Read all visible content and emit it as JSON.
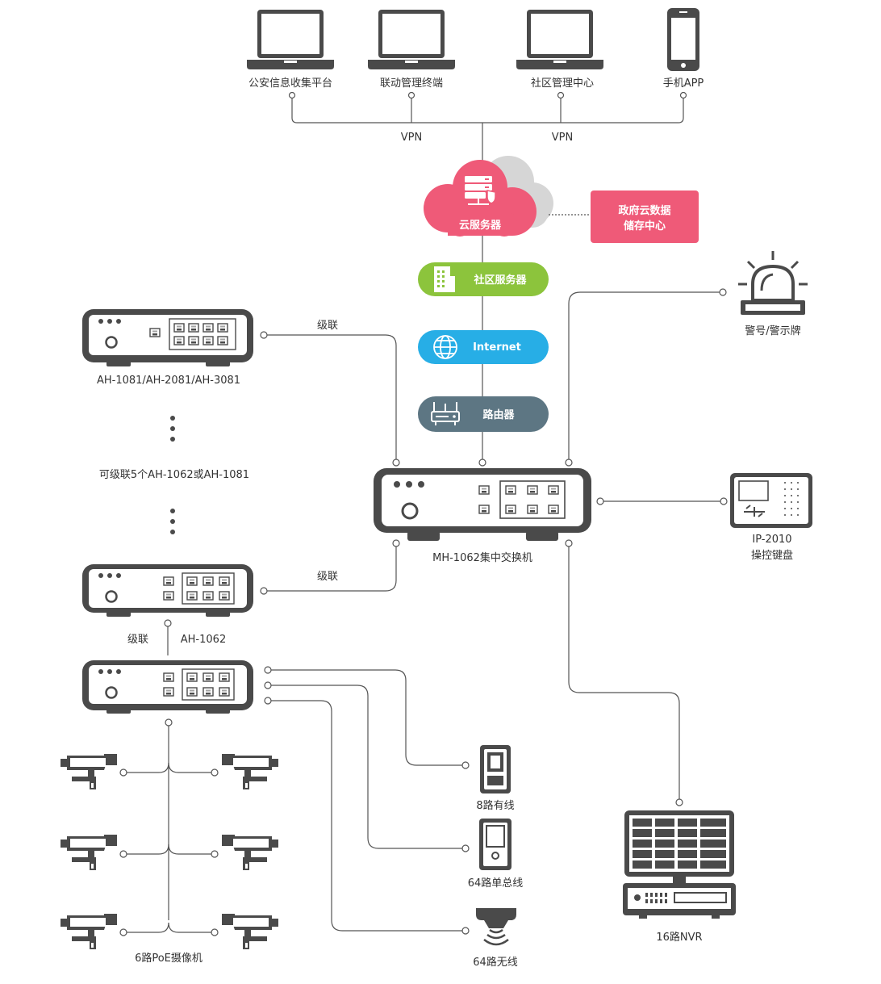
{
  "clients": {
    "public_security": "公安信息收集平台",
    "linkage_terminal": "联动管理终端",
    "community_center": "社区管理中心",
    "mobile_app": "手机APP"
  },
  "links": {
    "vpn_left": "VPN",
    "vpn_right": "VPN",
    "cascade_top": "级联",
    "cascade_mid": "级联",
    "cascade_bottom": "级联"
  },
  "cloud": {
    "server_label": "云服务器",
    "gov_line1": "政府云数据",
    "gov_line2": "储存中心"
  },
  "pills": {
    "community_server": "社区服务器",
    "internet": "Internet",
    "router": "路由器"
  },
  "switches": {
    "ah_top": "AH-1081/AH-2081/AH-3081",
    "cascade_note": "可级联5个AH-1062或AH-1081",
    "ah_1062": "AH-1062",
    "main": "MH-1062集中交换机"
  },
  "peripherals": {
    "alarm": "警号/警示牌",
    "keypad_model": "IP-2010",
    "keypad_name": "操控键盘",
    "wired": "8路有线",
    "bus": "64路单总线",
    "wireless": "64路无线",
    "cameras": "6路PoE摄像机",
    "nvr": "16路NVR"
  },
  "colors": {
    "cloud_pink": "#ef5a78",
    "gov_pink": "#ef5a78",
    "green": "#8cc43c",
    "blue": "#27aee6",
    "slate": "#5d7683",
    "device": "#4a4a4a"
  }
}
